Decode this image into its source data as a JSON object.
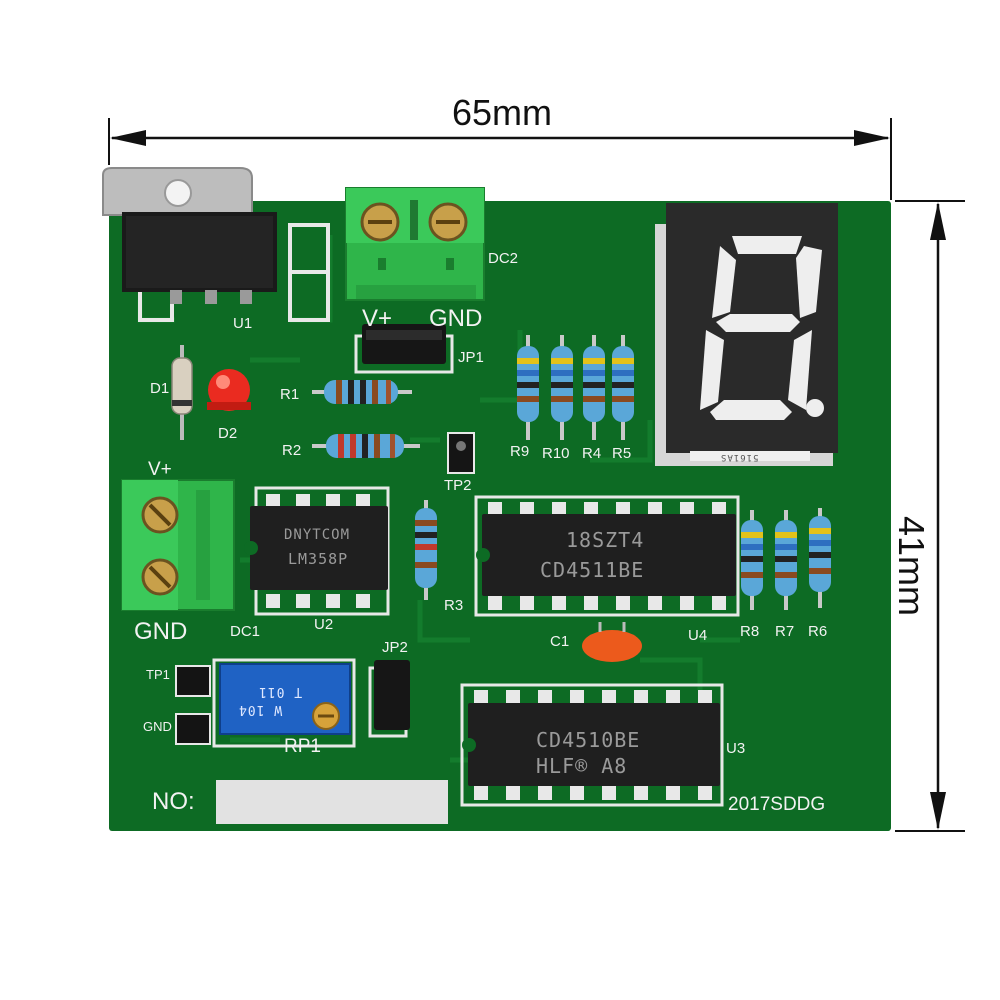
{
  "dimensions": {
    "width_label": "65mm",
    "height_label": "41mm"
  },
  "board": {
    "silkscreen": {
      "u1": "U1",
      "v_plus_top": "V+",
      "gnd_top": "GND",
      "dc2": "DC2",
      "jp1": "JP1",
      "d1": "D1",
      "d2": "D2",
      "r1": "R1",
      "r2": "R2",
      "tp2": "TP2",
      "r9": "R9",
      "r10": "R10",
      "r4": "R4",
      "r5": "R5",
      "v_plus_left": "V+",
      "gnd_left": "GND",
      "dc1": "DC1",
      "u2": "U2",
      "r3": "R3",
      "c1": "C1",
      "u4": "U4",
      "r8": "R8",
      "r7": "R7",
      "r6": "R6",
      "tp1": "TP1",
      "gnd_small": "GND",
      "jp2": "JP2",
      "rp1": "RP1",
      "u3": "U3",
      "no_label": "NO:",
      "board_id": "2017SDDG"
    },
    "chips": {
      "u2_line1": "DNYTCOM",
      "u2_line2": "LM358P",
      "u4_line1": "18SZT4",
      "u4_line2": "CD4511BE",
      "u3_line1": "CD4510BE",
      "u3_line2": "HLF® A8"
    },
    "trimmer": {
      "line1": "T 011",
      "line2": "W 104"
    },
    "display_code": "5161AS"
  }
}
